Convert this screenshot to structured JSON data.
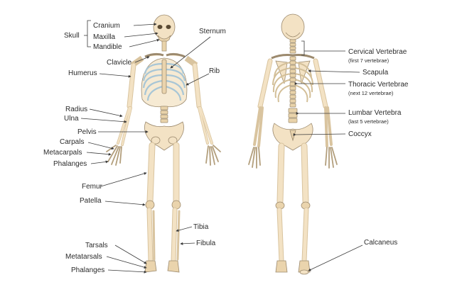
{
  "labels": {
    "skull": "Skull",
    "cranium": "Cranium",
    "maxilla": "Maxilla",
    "mandible": "Mandible",
    "sternum": "Sternum",
    "clavicle": "Clavicle",
    "humerus": "Humerus",
    "rib": "Rib",
    "radius": "Radius",
    "ulna": "Ulna",
    "pelvis": "Pelvis",
    "carpals": "Carpals",
    "metacarpals": "Metacarpals",
    "phalanges_hand": "Phalanges",
    "femur": "Femur",
    "patella": "Patella",
    "tibia": "Tibia",
    "fibula": "Fibula",
    "tarsals": "Tarsals",
    "metatarsals": "Metatarsals",
    "phalanges_foot": "Phalanges",
    "cervical": "Cervical Vertebrae",
    "cervical_note": "(first 7 vertebrae)",
    "scapula": "Scapula",
    "thoracic": "Thoracic Vertebrae",
    "thoracic_note": "(next 12 vertebrae)",
    "lumbar": "Lumbar Vertebra",
    "lumbar_note": "(last 5 vertebrae)",
    "coccyx": "Coccyx",
    "calcaneus": "Calcaneus"
  },
  "colors": {
    "bone": "#f3e2c4",
    "bone_outline": "#9c8a6e",
    "cartilage": "#a8c6d6",
    "text": "#2b2b2b"
  }
}
